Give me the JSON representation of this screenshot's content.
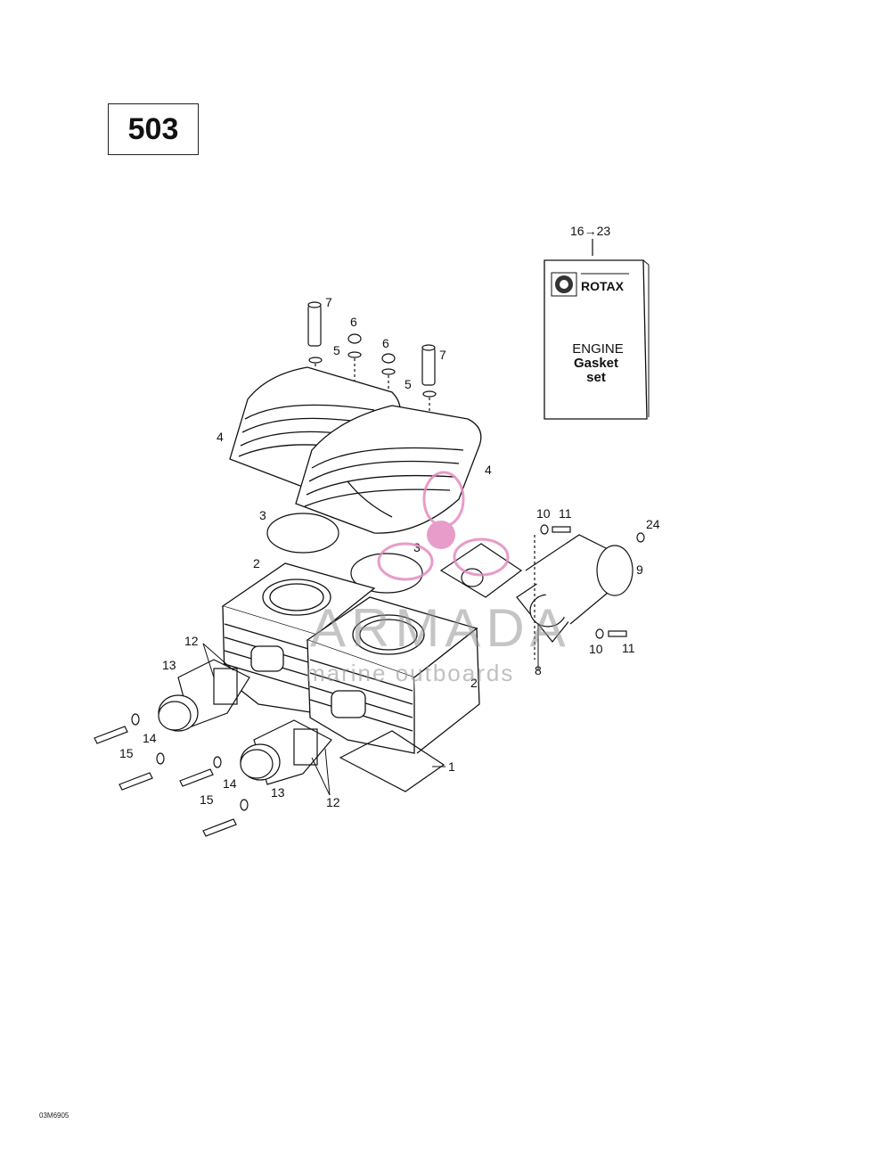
{
  "page_number": "503",
  "gasket_kit": {
    "ref": "16→23",
    "brand": "ROTAX",
    "line1": "ENGINE",
    "line2": "Gasket",
    "line3": "set"
  },
  "callouts": {
    "c1": "1",
    "c2a": "2",
    "c2b": "2",
    "c3a": "3",
    "c3b": "3",
    "c4a": "4",
    "c4b": "4",
    "c5a": "5",
    "c5b": "5",
    "c6a": "6",
    "c6b": "6",
    "c7a": "7",
    "c7b": "7",
    "c8": "8",
    "c9": "9",
    "c10a": "10",
    "c10b": "10",
    "c11a": "11",
    "c11b": "11",
    "c12a": "12",
    "c12b": "12",
    "c13a": "13",
    "c13b": "13",
    "c14a": "14",
    "c14b": "14",
    "c15a": "15",
    "c15b": "15",
    "c24": "24"
  },
  "watermark": {
    "main": "ARMADA",
    "sub": "marine outboards",
    "color": "#e38bc0"
  },
  "reference_code": "03M6905"
}
